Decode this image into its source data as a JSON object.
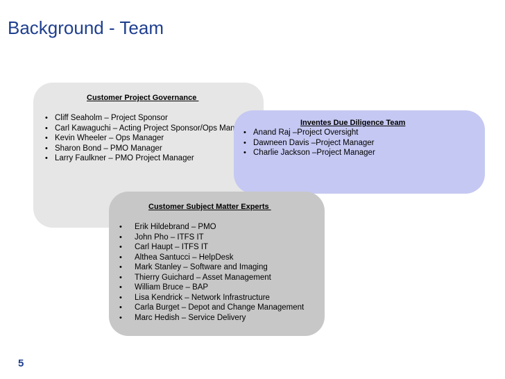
{
  "slide": {
    "title": "Background - Team",
    "page_number": "5"
  },
  "governance": {
    "heading": "Customer Project Governance ",
    "items": [
      "Cliff Seaholm – Project Sponsor",
      "Carl Kawaguchi – Acting Project Sponsor/Ops Manager",
      "Kevin Wheeler – Ops Manager",
      "Sharon Bond – PMO Manager",
      "Larry Faulkner – PMO Project Manager"
    ]
  },
  "inventes": {
    "heading": "Inventes Due Diligence Team",
    "items": [
      "Anand Raj –Project Oversight",
      "Dawneen Davis –Project Manager",
      "Charlie Jackson –Project Manager"
    ]
  },
  "sme": {
    "heading": "Customer Subject Matter Experts ",
    "items": [
      "Erik Hildebrand – PMO",
      "John Pho – ITFS IT",
      "Carl Haupt – ITFS IT",
      "Althea Santucci – HelpDesk",
      "Mark Stanley – Software and Imaging",
      "Thierry Guichard – Asset Management",
      "William Bruce – BAP",
      "Lisa Kendrick – Network Infrastructure",
      "Carla Burget – Depot and Change Management",
      "Marc Hedish – Service Delivery"
    ]
  },
  "colors": {
    "title": "#1f3f8f",
    "governance_box": "#e6e6e6",
    "inventes_box": "#c5c8f2",
    "sme_box": "#c7c7c7"
  }
}
